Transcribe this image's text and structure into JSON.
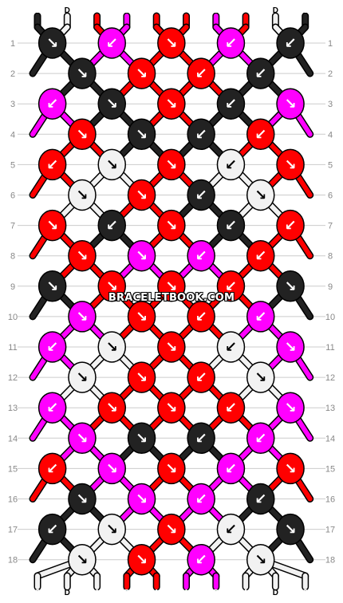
{
  "pattern": {
    "strand_letters": [
      "C",
      "D",
      "A",
      "B",
      "A",
      "A",
      "B",
      "A",
      "D",
      "C"
    ],
    "row_numbers": [
      "1",
      "2",
      "3",
      "4",
      "5",
      "6",
      "7",
      "8",
      "9",
      "10",
      "11",
      "12",
      "13",
      "14",
      "15",
      "16",
      "17",
      "18"
    ],
    "watermark": "BRACELETBOOK.COM"
  },
  "colors": {
    "A": "#ff0000",
    "B": "#ff00ff",
    "C": "#222222",
    "D": "#f2f2f2",
    "outline": "#000000",
    "row_number": "#888888",
    "grid": "#cccccc"
  },
  "knots": [
    [
      [
        "C",
        "↘"
      ],
      [
        "B",
        "↙"
      ],
      [
        "A",
        "↘"
      ],
      [
        "B",
        "↙"
      ],
      [
        "C",
        "↙"
      ]
    ],
    [
      [
        "C",
        "↘"
      ],
      [
        "A",
        "↘"
      ],
      [
        "A",
        "↙"
      ],
      [
        "C",
        "↙"
      ]
    ],
    [
      [
        "B",
        "↙"
      ],
      [
        "C",
        "↘"
      ],
      [
        "A",
        "↘"
      ],
      [
        "C",
        "↙"
      ],
      [
        "B",
        "↘"
      ]
    ],
    [
      [
        "A",
        "↘"
      ],
      [
        "C",
        "↘"
      ],
      [
        "C",
        "↙"
      ],
      [
        "A",
        "↙"
      ]
    ],
    [
      [
        "A",
        "↙"
      ],
      [
        "D",
        "↘"
      ],
      [
        "A",
        "↘"
      ],
      [
        "D",
        "↙"
      ],
      [
        "A",
        "↘"
      ]
    ],
    [
      [
        "D",
        "↘"
      ],
      [
        "A",
        "↘"
      ],
      [
        "C",
        "↙"
      ],
      [
        "D",
        "↘"
      ]
    ],
    [
      [
        "A",
        "↘"
      ],
      [
        "C",
        "↙"
      ],
      [
        "A",
        "↘"
      ],
      [
        "C",
        "↙"
      ],
      [
        "A",
        "↙"
      ]
    ],
    [
      [
        "A",
        "↘"
      ],
      [
        "B",
        "↘"
      ],
      [
        "B",
        "↙"
      ],
      [
        "A",
        "↙"
      ]
    ],
    [
      [
        "C",
        "↘"
      ],
      [
        "A",
        "↘"
      ],
      [
        "A",
        "↘"
      ],
      [
        "A",
        "↙"
      ],
      [
        "C",
        "↘"
      ]
    ],
    [
      [
        "B",
        "↘"
      ],
      [
        "A",
        "↘"
      ],
      [
        "A",
        "↙"
      ],
      [
        "B",
        "↙"
      ]
    ],
    [
      [
        "B",
        "↙"
      ],
      [
        "D",
        "↘"
      ],
      [
        "A",
        "↘"
      ],
      [
        "D",
        "↙"
      ],
      [
        "B",
        "↘"
      ]
    ],
    [
      [
        "D",
        "↘"
      ],
      [
        "A",
        "↘"
      ],
      [
        "A",
        "↙"
      ],
      [
        "D",
        "↘"
      ]
    ],
    [
      [
        "B",
        "↙"
      ],
      [
        "A",
        "↘"
      ],
      [
        "A",
        "↘"
      ],
      [
        "A",
        "↙"
      ],
      [
        "B",
        "↘"
      ]
    ],
    [
      [
        "B",
        "↘"
      ],
      [
        "C",
        "↘"
      ],
      [
        "C",
        "↙"
      ],
      [
        "B",
        "↙"
      ]
    ],
    [
      [
        "A",
        "↙"
      ],
      [
        "B",
        "↘"
      ],
      [
        "A",
        "↘"
      ],
      [
        "B",
        "↙"
      ],
      [
        "A",
        "↘"
      ]
    ],
    [
      [
        "C",
        "↘"
      ],
      [
        "B",
        "↘"
      ],
      [
        "B",
        "↙"
      ],
      [
        "C",
        "↙"
      ]
    ],
    [
      [
        "C",
        "↙"
      ],
      [
        "D",
        "↘"
      ],
      [
        "A",
        "↘"
      ],
      [
        "D",
        "↙"
      ],
      [
        "C",
        "↘"
      ]
    ],
    [
      [
        "D",
        "↘"
      ],
      [
        "A",
        "↘"
      ],
      [
        "B",
        "↙"
      ],
      [
        "D",
        "↘"
      ]
    ]
  ]
}
